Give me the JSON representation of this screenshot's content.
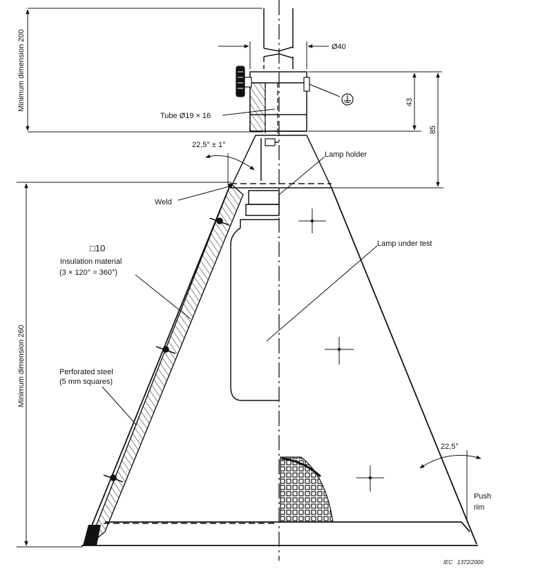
{
  "labels": {
    "tube": "Tube Ø19 × 16",
    "diameter": "Ø40",
    "angle_top": "22,5° ± 1°",
    "lamp_holder": "Lamp holder",
    "weld": "Weld",
    "square": "□10",
    "insulation_1": "Insulation material",
    "insulation_2": "(3 × 120° = 360°)",
    "lamp_under_test": "Lamp under test",
    "perforated_1": "Perforated steel",
    "perforated_2": "(5 mm squares)",
    "angle_bottom": "22,5°",
    "push_1": "Push",
    "push_2": "rim"
  },
  "dimensions": {
    "min_200": "Minimum dimension 200",
    "min_260": "Minimum dimension 260",
    "d43": "43",
    "d85": "85"
  },
  "caption": "IEC   1372/2000",
  "icons": {
    "earth": "earth-ground-icon"
  }
}
